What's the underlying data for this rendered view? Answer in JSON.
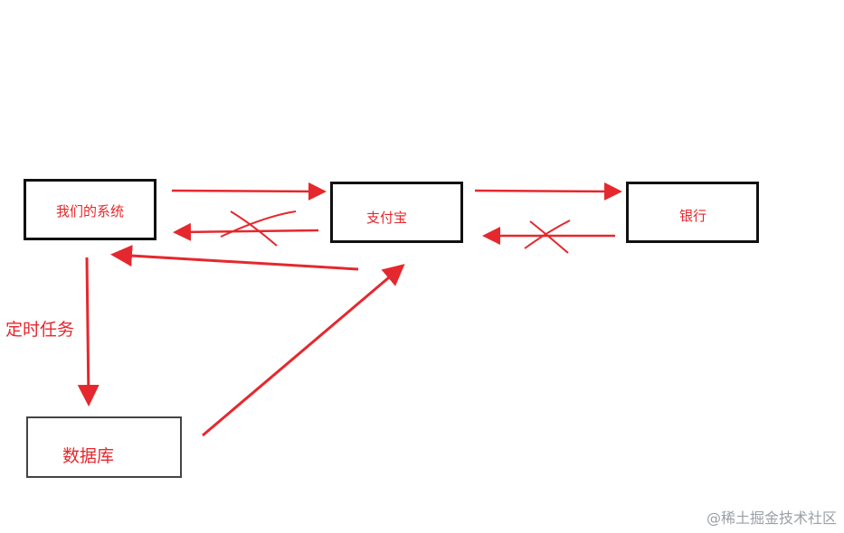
{
  "diagram": {
    "nodes": {
      "our_system": "我们的系统",
      "alipay": "支付宝",
      "bank": "银行",
      "database": "数据库"
    },
    "edge_labels": {
      "scheduled_task": "定时任务"
    },
    "edges": [
      {
        "from": "our_system",
        "to": "alipay",
        "status": "ok"
      },
      {
        "from": "alipay",
        "to": "our_system",
        "status": "crossed-out"
      },
      {
        "from": "alipay",
        "to": "bank",
        "status": "ok"
      },
      {
        "from": "bank",
        "to": "alipay",
        "status": "crossed-out"
      },
      {
        "from": "alipay",
        "to": "our_system",
        "status": "ok"
      },
      {
        "from": "our_system",
        "to": "database",
        "status": "ok",
        "label": "scheduled_task"
      },
      {
        "from": "database",
        "to": "alipay",
        "status": "ok"
      }
    ]
  },
  "watermark": "@稀土掘金技术社区",
  "colors": {
    "arrow": "#e5282d",
    "box_border": "#111111",
    "label_text": "#e5282d",
    "watermark": "#9aa0a6"
  }
}
